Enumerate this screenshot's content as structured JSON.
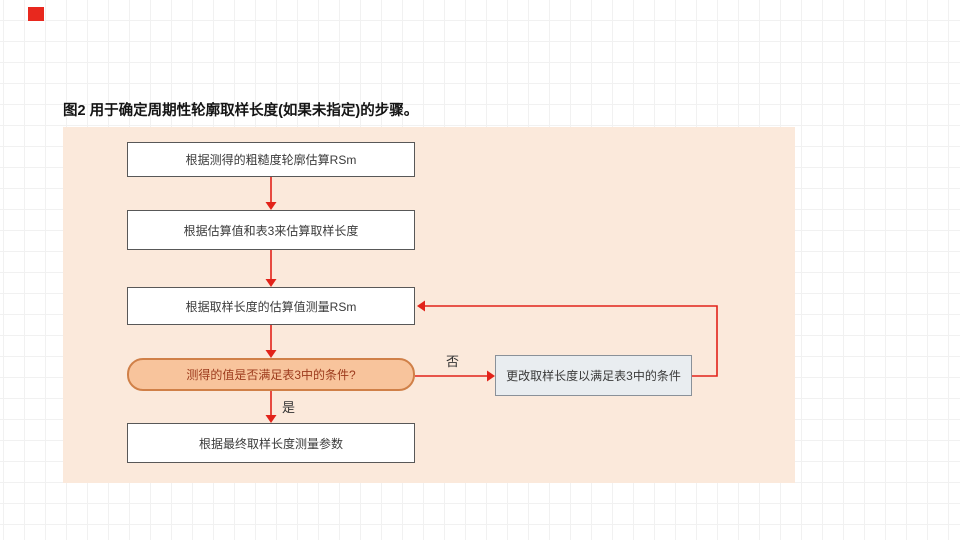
{
  "figure": {
    "caption": "图2 用于确定周期性轮廓取样长度(如果未指定)的步骤。"
  },
  "flowchart": {
    "nodes": [
      {
        "id": "estimate-rsm",
        "label": "根据测得的粗糙度轮廓估算RSm"
      },
      {
        "id": "estimate-sampling-length",
        "label": "根据估算值和表3来估算取样长度"
      },
      {
        "id": "measure-rsm",
        "label": "根据取样长度的估算值测量RSm"
      },
      {
        "id": "condition-check",
        "label": "测得的值是否满足表3中的条件?"
      },
      {
        "id": "change-sampling-length",
        "label": "更改取样长度以满足表3中的条件"
      },
      {
        "id": "measure-parameters",
        "label": "根据最终取样长度测量参数"
      }
    ],
    "branch_labels": {
      "no": "否",
      "yes": "是"
    }
  },
  "colors": {
    "panel_bg": "#fbe9db",
    "arrow_red": "#e2231a",
    "marker_red": "#e8281e",
    "decision_fill": "#f8c49c",
    "decision_border": "#d08048",
    "decision_text": "#9c3a1c",
    "alt_fill": "#e9edf0",
    "alt_border": "#8a9199"
  }
}
